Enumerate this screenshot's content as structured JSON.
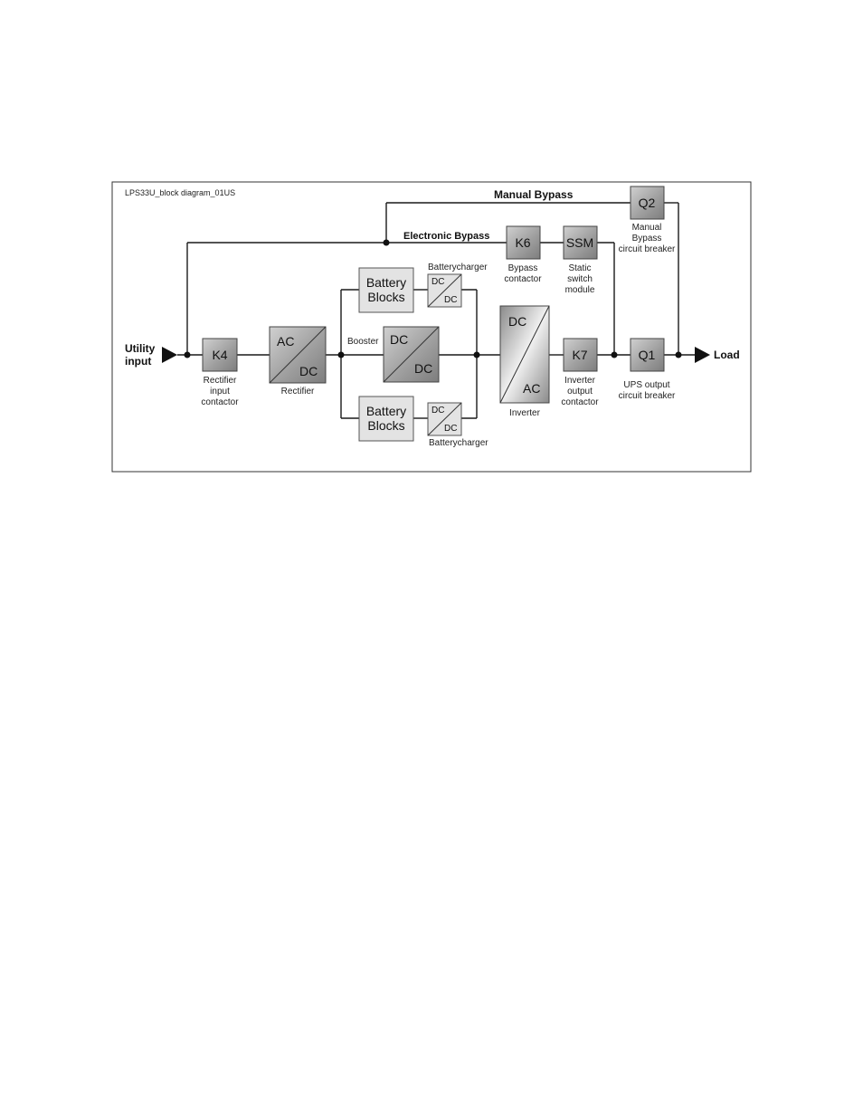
{
  "diagram_id": "LPS33U_block diagram_01US",
  "paths": {
    "manual_bypass": "Manual Bypass",
    "electronic_bypass": "Electronic Bypass"
  },
  "terminals": {
    "input": [
      "Utility",
      "input"
    ],
    "output": "Load"
  },
  "components": {
    "k4": {
      "label": "K4",
      "caption": [
        "Rectifier",
        "input",
        "contactor"
      ]
    },
    "rectifier": {
      "top": "AC",
      "bottom": "DC",
      "caption": "Rectifier"
    },
    "battery_top": {
      "label": [
        "Battery",
        "Blocks"
      ]
    },
    "charger_top": {
      "top": "DC",
      "bottom": "DC",
      "caption": "Batterycharger"
    },
    "booster": {
      "top": "DC",
      "bottom": "DC",
      "caption": "Booster"
    },
    "battery_bottom": {
      "label": [
        "Battery",
        "Blocks"
      ]
    },
    "charger_bottom": {
      "top": "DC",
      "bottom": "DC",
      "caption": "Batterycharger"
    },
    "inverter": {
      "top": "DC",
      "bottom": "AC",
      "caption": "Inverter"
    },
    "k7": {
      "label": "K7",
      "caption": [
        "Inverter",
        "output",
        "contactor"
      ]
    },
    "k6": {
      "label": "K6",
      "caption": [
        "Bypass",
        "contactor"
      ]
    },
    "ssm": {
      "label": "SSM",
      "caption": [
        "Static",
        "switch",
        "module"
      ]
    },
    "q1": {
      "label": "Q1",
      "caption": [
        "UPS output",
        "circuit breaker"
      ]
    },
    "q2": {
      "label": "Q2",
      "caption": [
        "Manual",
        "Bypass",
        "circuit breaker"
      ]
    }
  },
  "colors": {
    "dark_box": "#9a9a9a",
    "light_box": "#e3e3e3",
    "wire": "#1a1a1a"
  }
}
